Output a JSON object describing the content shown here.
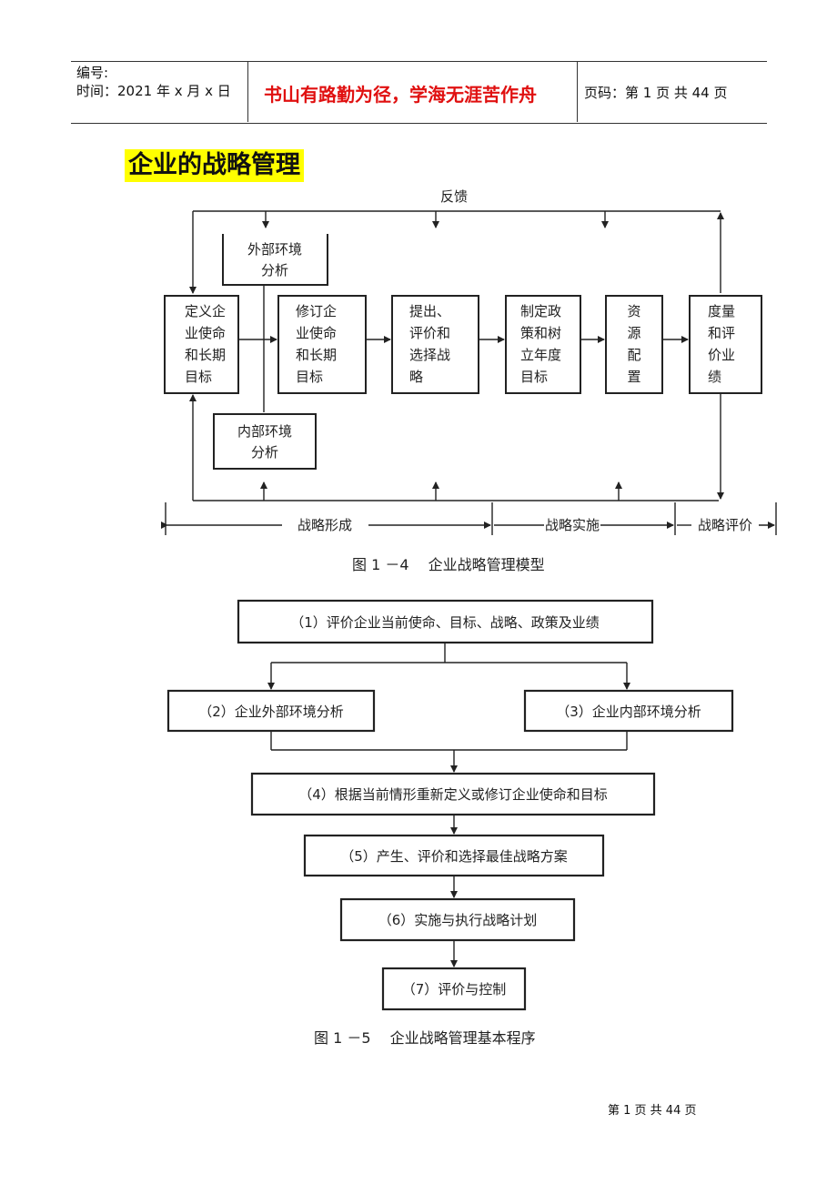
{
  "header": {
    "serial_label": "编号:",
    "time_label": "时间：2021 年 x 月 x 日",
    "motto": "书山有路勤为径，学海无涯苦作舟",
    "page_info": "页码：第 1 页  共 44 页"
  },
  "title": "企业的战略管理",
  "fig14": {
    "feedback": "反馈",
    "ext_env": [
      "外部环境",
      "分析"
    ],
    "int_env": [
      "内部环境",
      "分析"
    ],
    "boxes": [
      [
        "定义企",
        "业使命",
        "和长期",
        "目标"
      ],
      [
        "修订企",
        "业使命",
        "和长期",
        "目标"
      ],
      [
        "提出、",
        "评价和",
        "选择战",
        "略"
      ],
      [
        "制定政",
        "策和树",
        "立年度",
        "目标"
      ],
      [
        "资",
        "源",
        "配",
        "置"
      ],
      [
        "度量",
        "和评",
        "价业",
        "绩"
      ]
    ],
    "phases": [
      "战略形成",
      "战略实施",
      "战略评价"
    ],
    "caption": "图 1 －4　 企业战略管理模型"
  },
  "fig15": {
    "steps": [
      "（1）评价企业当前使命、目标、战略、政策及业绩",
      "（2）企业外部环境分析",
      "（3）企业内部环境分析",
      "（4）根据当前情形重新定义或修订企业使命和目标",
      "（5）产生、评价和选择最佳战略方案",
      "（6）实施与执行战略计划",
      "（7）评价与控制"
    ],
    "caption": "图 1 －5　 企业战略管理基本程序"
  },
  "footer": "第 1 页  共 44 页"
}
